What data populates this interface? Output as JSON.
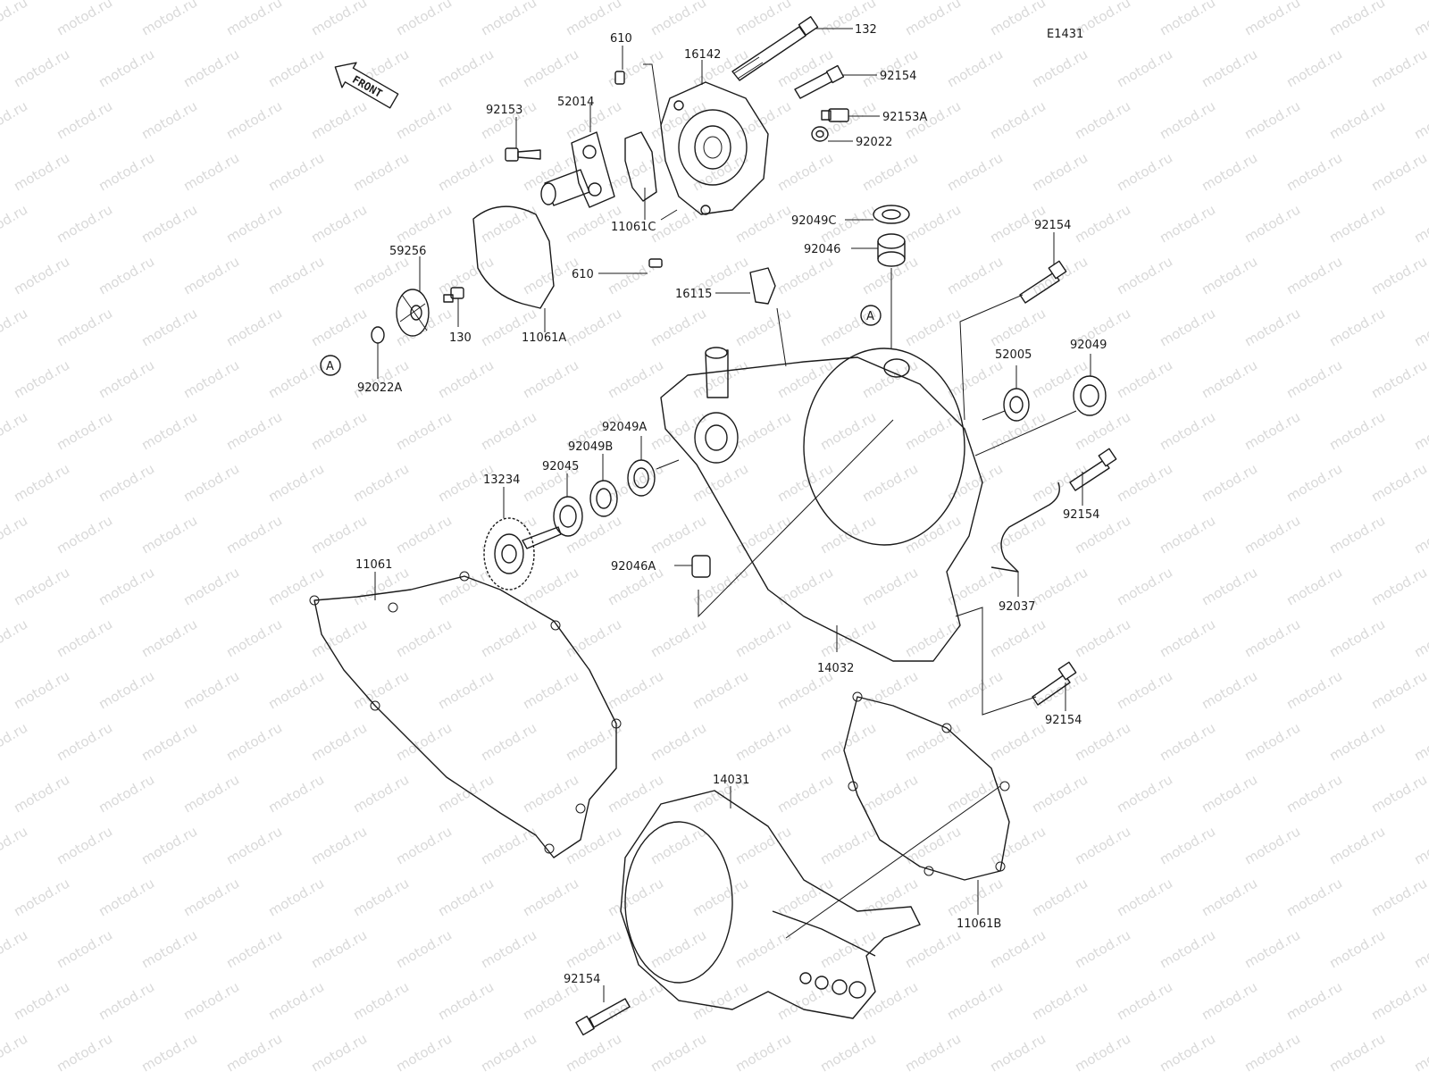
{
  "diagram_code": "E1431",
  "front_label": "FRONT",
  "ref_marker": "A",
  "watermark_text": "motod.ru",
  "part_labels": {
    "p132": "132",
    "p610a": "610",
    "p16142": "16142",
    "p92154a": "92154",
    "p92153": "92153",
    "p52014": "52014",
    "p92153A": "92153A",
    "p92022": "92022",
    "p11061C": "11061C",
    "p92049C": "92049C",
    "p92046": "92046",
    "p610b": "610",
    "p59256": "59256",
    "p16115": "16115",
    "p130": "130",
    "p11061A": "11061A",
    "p92022A": "92022A",
    "p92154b": "92154",
    "p52005": "52005",
    "p92049": "92049",
    "p92049A": "92049A",
    "p92049B": "92049B",
    "p92045": "92045",
    "p13234": "13234",
    "p92154c": "92154",
    "p92046A": "92046A",
    "p11061": "11061",
    "p92037": "92037",
    "p14032": "14032",
    "p92154d": "92154",
    "p14031": "14031",
    "p11061B": "11061B",
    "p92154e": "92154"
  }
}
